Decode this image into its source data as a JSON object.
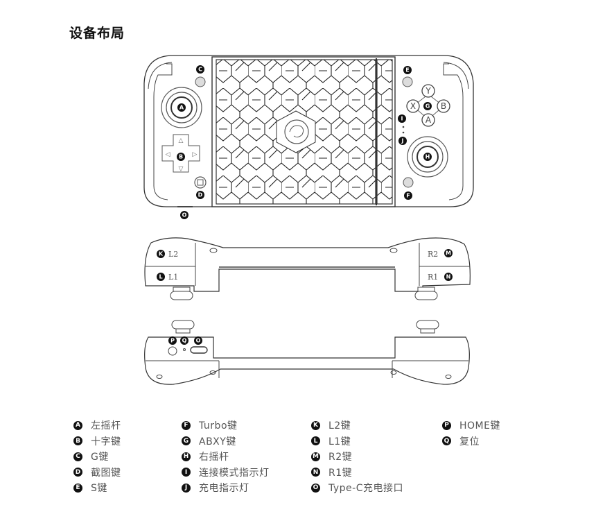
{
  "page": {
    "title": "设备布局"
  },
  "diagram": {
    "front_view_markers": [
      "A",
      "B",
      "C",
      "D",
      "E",
      "F",
      "G",
      "H",
      "I",
      "J",
      "O"
    ],
    "abxy_buttons": [
      "Y",
      "X",
      "B",
      "A"
    ],
    "shoulder_labels": {
      "l2": "L2",
      "l1": "L1",
      "r2": "R2",
      "r1": "R1"
    },
    "top_view_markers": [
      "K",
      "L",
      "M",
      "N"
    ],
    "bottom_view_markers": [
      "P",
      "Q",
      "O"
    ]
  },
  "legend": {
    "columns": [
      [
        {
          "key": "A",
          "label": "左摇杆"
        },
        {
          "key": "B",
          "label": "十字键"
        },
        {
          "key": "C",
          "label": "G键"
        },
        {
          "key": "D",
          "label": "截图键"
        },
        {
          "key": "E",
          "label": "S键"
        }
      ],
      [
        {
          "key": "F",
          "label": "Turbo键"
        },
        {
          "key": "G",
          "label": "ABXY键"
        },
        {
          "key": "H",
          "label": "右摇杆"
        },
        {
          "key": "I",
          "label": "连接模式指示灯"
        },
        {
          "key": "J",
          "label": "充电指示灯"
        }
      ],
      [
        {
          "key": "K",
          "label": "L2键"
        },
        {
          "key": "L",
          "label": "L1键"
        },
        {
          "key": "M",
          "label": "R2键"
        },
        {
          "key": "N",
          "label": "R1键"
        },
        {
          "key": "O",
          "label": "Type-C充电接口"
        }
      ],
      [
        {
          "key": "P",
          "label": "HOME键"
        },
        {
          "key": "Q",
          "label": "复位"
        }
      ]
    ]
  }
}
